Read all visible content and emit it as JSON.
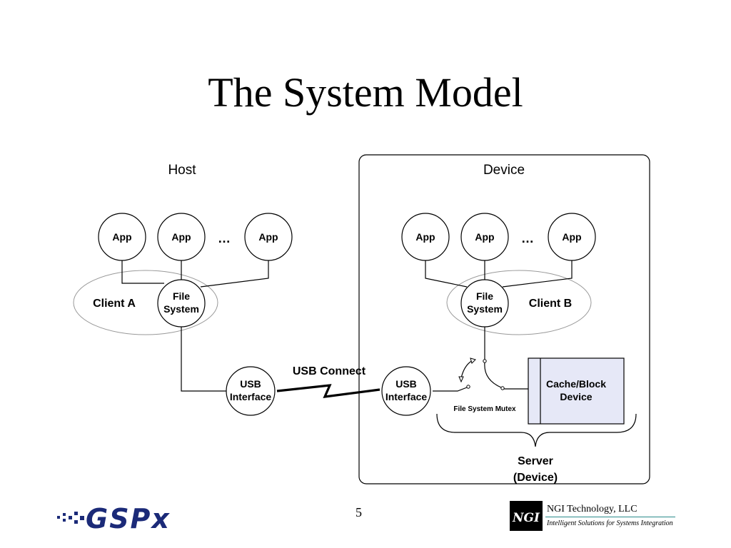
{
  "slide": {
    "title": "The System Model",
    "page_number": "5"
  },
  "host": {
    "label": "Host",
    "apps": [
      "App",
      "App",
      "App"
    ],
    "ellipsis": "…",
    "client_label": "Client A",
    "file_system": [
      "File",
      "System"
    ],
    "usb_interface": [
      "USB",
      "Interface"
    ]
  },
  "device": {
    "label": "Device",
    "apps": [
      "App",
      "App",
      "App"
    ],
    "ellipsis": "…",
    "client_label": "Client B",
    "file_system": [
      "File",
      "System"
    ],
    "usb_interface": [
      "USB",
      "Interface"
    ],
    "mutex_label": "File System Mutex",
    "cache_block": [
      "Cache/Block",
      "Device"
    ],
    "server_label": [
      "Server",
      "(Device)"
    ]
  },
  "link": {
    "label": "USB Connect"
  },
  "footer": {
    "left_logo_text": "GSPx",
    "right_logo_mark": "NGI",
    "company_name": "NGI Technology, LLC",
    "company_tagline": "Intelligent Solutions for Systems Integration"
  }
}
